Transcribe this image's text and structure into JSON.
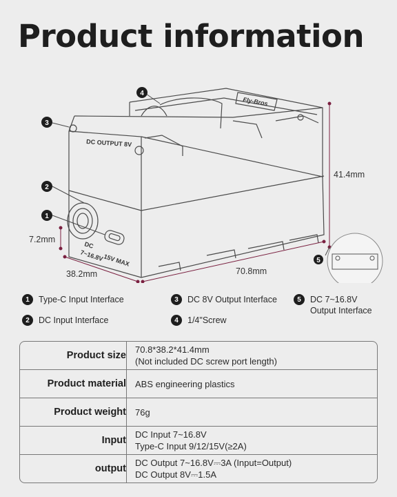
{
  "title": "Product information",
  "diagram": {
    "labels": {
      "dc_output_8v": "DC OUTPUT 8V",
      "dc_range": "DC",
      "dc_range_2": "7~16.8V",
      "typec_max": "15V MAX",
      "brand": "Fly-Bros"
    },
    "dims": {
      "height": "41.4mm",
      "length": "70.8mm",
      "width": "38.2mm",
      "port": "7.2mm"
    },
    "callouts": [
      "1",
      "2",
      "3",
      "4",
      "5"
    ]
  },
  "legend": [
    {
      "num": "1",
      "text": "Type-C Input Interface"
    },
    {
      "num": "2",
      "text": "DC Input Interface"
    },
    {
      "num": "3",
      "text": "DC 8V Output Interface"
    },
    {
      "num": "4",
      "text": "1/4\"Screw"
    },
    {
      "num": "5",
      "text": "DC 7~16.8V",
      "text2": "Output Interface"
    }
  ],
  "specs": [
    {
      "label": "Product size",
      "lines": [
        "70.8*38.2*41.4mm",
        "(Not included DC screw port length)"
      ]
    },
    {
      "label": "Product material",
      "lines": [
        "ABS engineering plastics"
      ]
    },
    {
      "label": "Product weight",
      "lines": [
        "76g"
      ]
    },
    {
      "label": "Input",
      "lines": [
        "DC Input 7~16.8V",
        "Type-C Input 9/12/15V(≥2A)"
      ]
    },
    {
      "label": "output",
      "lines": [
        "DC Output 7~16.8V⎓3A  (Input=Output)",
        "DC Output 8V⎓1.5A"
      ]
    }
  ]
}
